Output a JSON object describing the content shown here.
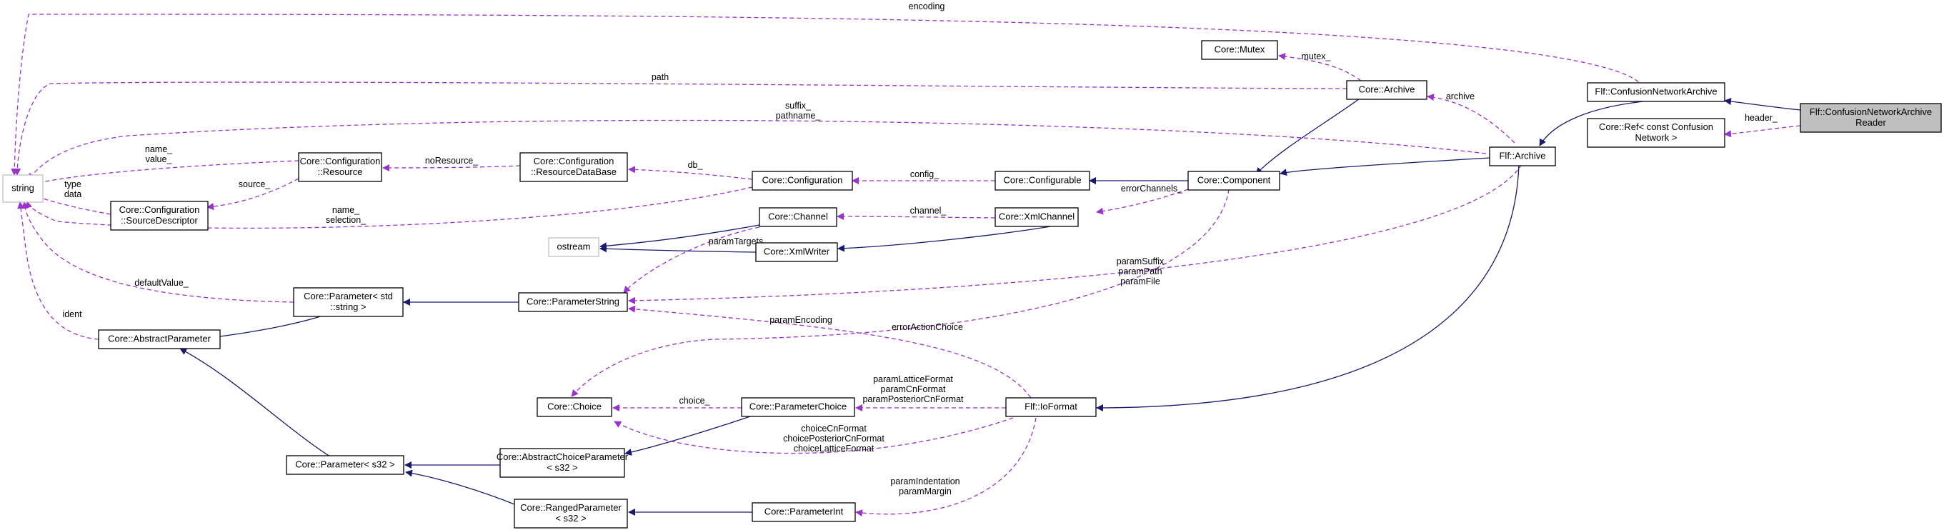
{
  "colors": {
    "inheritance": "#191970",
    "usage": "#9a32cd",
    "focus_fill": "#bfbfbf"
  },
  "nodes": {
    "string": [
      "string"
    ],
    "core_mutex": [
      "Core::Mutex"
    ],
    "core_archive": [
      "Core::Archive"
    ],
    "flf_cn_archive": [
      "Flf::ConfusionNetworkArchive"
    ],
    "flf_cn_archive_reader": [
      "Flf::ConfusionNetworkArchive",
      "Reader"
    ],
    "core_ref_cn": [
      "Core::Ref< const Confusion",
      "Network >"
    ],
    "flf_archive": [
      "Flf::Archive"
    ],
    "core_config_resource": [
      "Core::Configuration",
      "::Resource"
    ],
    "core_config_resdb": [
      "Core::Configuration",
      "::ResourceDataBase"
    ],
    "core_configuration": [
      "Core::Configuration"
    ],
    "core_configurable": [
      "Core::Configurable"
    ],
    "core_component": [
      "Core::Component"
    ],
    "core_config_srcdesc": [
      "Core::Configuration",
      "::SourceDescriptor"
    ],
    "core_channel": [
      "Core::Channel"
    ],
    "core_xmlchannel": [
      "Core::XmlChannel"
    ],
    "ostream": [
      "ostream"
    ],
    "core_xmlwriter": [
      "Core::XmlWriter"
    ],
    "core_param_string_tpl": [
      "Core::Parameter< std",
      "::string >"
    ],
    "core_param_string": [
      "Core::ParameterString"
    ],
    "core_abstract_param": [
      "Core::AbstractParameter"
    ],
    "core_choice": [
      "Core::Choice"
    ],
    "core_param_choice": [
      "Core::ParameterChoice"
    ],
    "flf_ioformat": [
      "Flf::IoFormat"
    ],
    "core_param_s32": [
      "Core::Parameter< s32 >"
    ],
    "core_abs_choice_param": [
      "Core::AbstractChoiceParameter",
      "< s32 >"
    ],
    "core_ranged_param": [
      "Core::RangedParameter",
      "< s32 >"
    ],
    "core_param_int": [
      "Core::ParameterInt"
    ]
  },
  "edge_labels": {
    "encoding": [
      "encoding"
    ],
    "mutex": [
      "mutex_"
    ],
    "path": [
      "path"
    ],
    "archive": [
      "archive"
    ],
    "suffix_pathname": [
      "suffix_",
      "pathname_"
    ],
    "header": [
      "header_"
    ],
    "name_value": [
      "name_",
      "value_"
    ],
    "noresource": [
      "noResource_"
    ],
    "db": [
      "db_"
    ],
    "source": [
      "source_"
    ],
    "type_data": [
      "type",
      "data"
    ],
    "config": [
      "config_"
    ],
    "errorchannels": [
      "errorChannels_"
    ],
    "name_selection": [
      "name_",
      "selection_"
    ],
    "channel": [
      "channel_"
    ],
    "paramtargets": [
      "paramTargets"
    ],
    "defaultvalue": [
      "defaultValue_"
    ],
    "paramsuffix": [
      "paramSuffix",
      "paramPath",
      "paramFile"
    ],
    "ident": [
      "ident"
    ],
    "paramencoding": [
      "paramEncoding"
    ],
    "erroractionchoice": [
      "errorActionChoice"
    ],
    "param_lattice": [
      "paramLatticeFormat",
      "paramCnFormat",
      "paramPosteriorCnFormat"
    ],
    "choice": [
      "choice_"
    ],
    "choice_cn": [
      "choiceCnFormat",
      "choicePosteriorCnFormat",
      "choiceLatticeFormat"
    ],
    "param_indent": [
      "paramIndentation",
      "paramMargin"
    ]
  }
}
